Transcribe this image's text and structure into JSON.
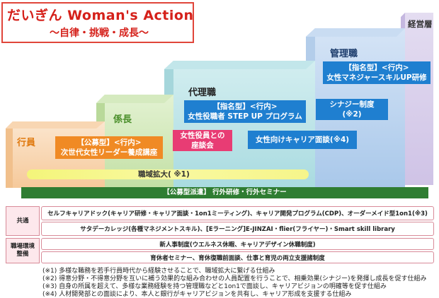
{
  "title": {
    "main": "だいぎん Woman's Action",
    "sub": "〜自律・挑戦・成長〜"
  },
  "levels": {
    "l1": "行員",
    "l2": "係長",
    "l3": "代理職",
    "l4": "管理職",
    "l5": "経営層"
  },
  "programs": {
    "p1": "【公募型】<行内>\n次世代女性リーダー養成講座",
    "p2": "女性役員との\n座談会",
    "p3": "【指名型】<行内>\n女性役職者 STEP UP プログラム",
    "p4": "女性向けキャリア面談(※4)",
    "p5": "シナジー制度\n(※2)",
    "p6": "【指名型】<行内>\n女性マネジャースキルUP研修"
  },
  "bars": {
    "yellow": "職域拡大( ※1)",
    "green": "【公募型派遣】 行外研修・行外セミナー"
  },
  "grid": {
    "cat1": "共通",
    "cat2": "職場環境\n整備",
    "r1": "セルフキャリアドック(キャリア研修・キャリア面談・1on1ミーティング)、キャリア開発プログラム(CDP)、オーダーメイド型1on1(※3)",
    "r2": "サタデーカレッジ(各種マネジメントスキル)、[Eラーニング]E-JINZAI・flier(フライヤー)・Smart skill library",
    "r3": "新人事制度(ウエルネス休暇、キャリアデザイン休職制度)",
    "r4": "育休者セミナー、育休復職前面談、仕事と育児の両立支援諸制度"
  },
  "notes": [
    "(※1) 多様な職務を若手行員時代から経験させることで、職域拡大に繋げる仕組み",
    "(※2) 得意分野・不得意分野を互いに補う効果的な組み合わせの人員配置を行うことで、相乗効果(シナジー)を発揮し成長を促す仕組み",
    "(※3) 自身の所属を超えて、多様な業務経験を持つ管理職などと1on1で面談し、キャリアビジョンの明確等を促す仕組み",
    "(※4) 人材開発部との面談により、本人と銀行がキャリアビジョンを共有し、キャリア形成を支援する仕組み"
  ],
  "colors": {
    "red_title": "#d5201a",
    "program_orange": "#f08a24",
    "program_pink": "#e83c74",
    "program_blue": "#1f7fd0",
    "bar_green": "#2f7d32"
  }
}
